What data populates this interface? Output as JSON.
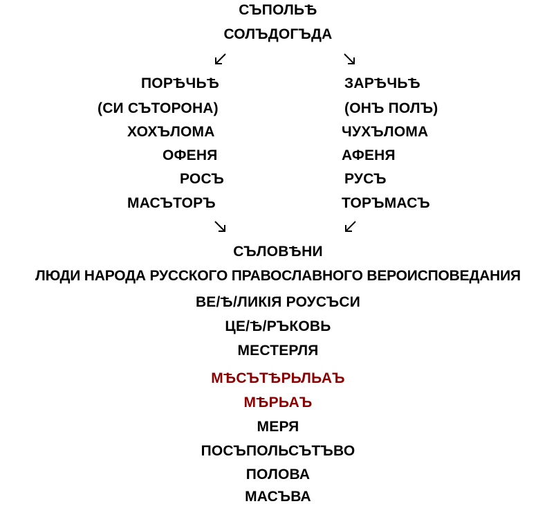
{
  "colors": {
    "text": "#000000",
    "highlight": "#8b0000"
  },
  "top": {
    "line1": "СЪПОЛЬѢ",
    "line2": "СОЛЪДОГЪДА"
  },
  "arrows": {
    "top_left": "arrow-down-left-icon",
    "top_right": "arrow-down-right-icon",
    "bottom_left": "arrow-down-right-icon",
    "bottom_right": "arrow-down-left-icon"
  },
  "left_column": [
    "ПОРѢЧЬѢ",
    "(СИ СЪТОРОНА)",
    "ХОХЪЛОМА",
    "ОФЕНЯ",
    "РОСЪ",
    "МАСЪТОРЪ"
  ],
  "right_column": [
    "ЗАРѢЧЬѢ",
    "(ОНЪ ПОЛЪ)",
    "ЧУХЪЛОМА",
    "АФЕНЯ",
    "РУСЪ",
    "ТОРЪМАСЪ"
  ],
  "bottom": {
    "lines": [
      "СЪЛОВѢНИ",
      "ЛЮДИ НАРОДА РУССКОГО ПРАВОСЛАВНОГО ВЕРОИСПОВЕДАНИЯ",
      "ВЕ/Ѣ/ЛИКІЯ  РОУСЪСИ",
      "ЦЕ/Ѣ/РЪКОВЬ",
      "МЕСТЕРЛЯ"
    ],
    "red_lines": [
      "МѢСЪТѢРЬЛЬАЪ",
      "МѢРЬАЪ"
    ],
    "tail_lines": [
      "МЕРЯ",
      "ПОСЪПОЛЬСЪТЪВО",
      "ПОЛОВА",
      "МАСЪВА"
    ]
  }
}
